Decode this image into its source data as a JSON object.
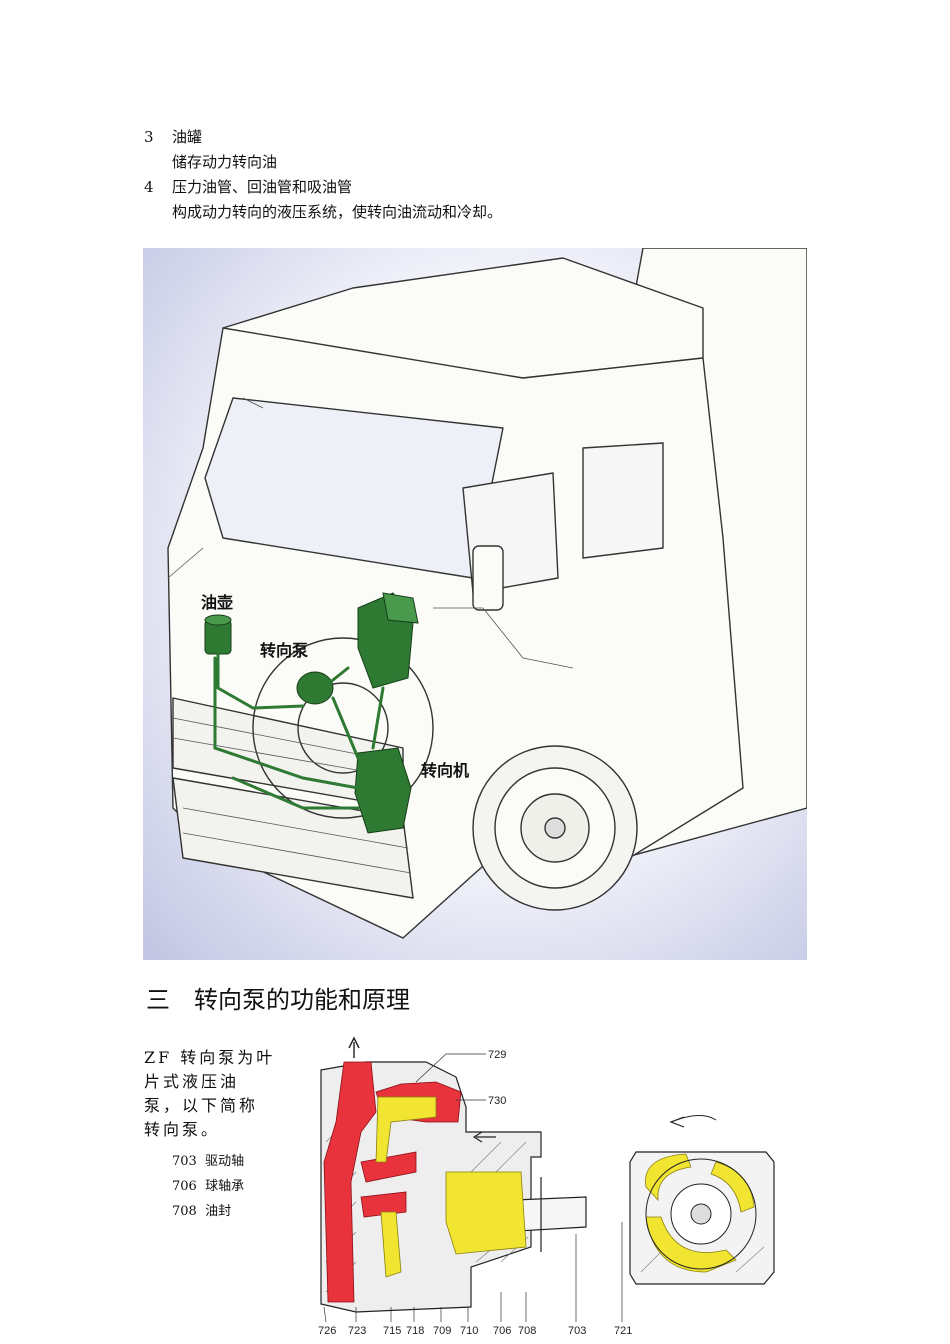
{
  "list": [
    {
      "num": "3",
      "title": "油罐",
      "desc": "储存动力转向油"
    },
    {
      "num": "4",
      "title": "压力油管、回油管和吸油管",
      "desc": "构成动力转向的液压系统，使转向油流动和冷却。"
    }
  ],
  "figure1": {
    "labels": {
      "reservoir": "油壶",
      "pump": "转向泵",
      "gear": "转向机"
    },
    "colors": {
      "background": "#c8cce6",
      "hydraulic": "#2e7a32"
    }
  },
  "section": {
    "title": "三　转向泵的功能和原理"
  },
  "intro": {
    "text": "ZF 转向泵为叶片式液压油泵，以下简称转向泵。"
  },
  "parts": [
    {
      "code": "703",
      "name": "驱动轴"
    },
    {
      "code": "706",
      "name": "球轴承"
    },
    {
      "code": "708",
      "name": "油封"
    }
  ],
  "figure2": {
    "callouts_top": [
      "729",
      "730"
    ],
    "callouts_bottom": [
      "726",
      "723",
      "715",
      "718",
      "709",
      "710",
      "706",
      "708",
      "703",
      "721"
    ],
    "colors": {
      "red": "#e8323c",
      "yellow": "#f1e532"
    }
  }
}
